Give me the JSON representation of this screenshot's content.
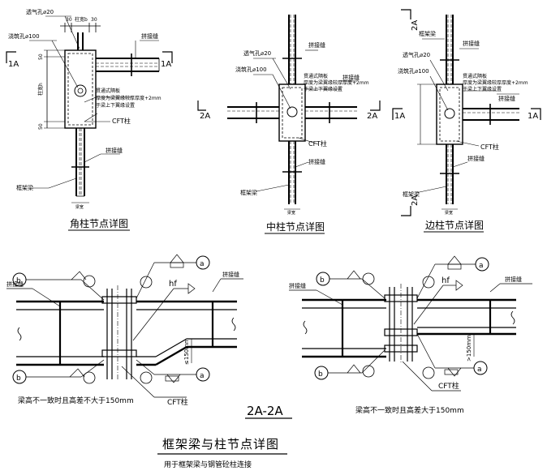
{
  "plans": {
    "corner": {
      "title": "角柱节点详图",
      "vent": "透气孔⌀20",
      "pour": "浇筑孔⌀100",
      "dim_top": "柱宽b",
      "dim_30": "30",
      "dim_h": "柱宽h",
      "dim_50": "50",
      "seam": "拼接缝",
      "diaphragm": "贯通式隔板",
      "note1": "厚度为梁翼缘较厚厚度+2mm",
      "note2": "于梁上下翼缘设置",
      "cft": "CFT柱",
      "beam": "框架梁",
      "beam_w": "梁宽",
      "sec_1a": "1A"
    },
    "middle": {
      "title": "中柱节点详图",
      "vent": "透气孔⌀20",
      "pour": "浇筑孔⌀100",
      "diaphragm": "贯通式隔板",
      "note1": "厚度为梁翼缘较厚厚度+2mm",
      "note2": "于梁上下翼缘设置",
      "seam": "拼接缝",
      "cft": "CFT柱",
      "beam": "框架梁",
      "beam_w": "梁宽",
      "sec_2a": "2A"
    },
    "edge": {
      "title": "边柱节点详图",
      "vent": "透气孔⌀20",
      "pour": "浇筑孔⌀100",
      "diaphragm": "贯通式隔板",
      "note1": "厚度为梁翼缘较厚厚度+2mm",
      "note2": "于梁上下翼缘设置",
      "seam": "拼接缝",
      "cft": "CFT柱",
      "beam": "框架梁",
      "beam_col": "框架梁",
      "beam_w": "梁宽",
      "sec_1a": "1A",
      "sec_2a": "2A"
    }
  },
  "sections": {
    "left": {
      "seam": "拼接缝",
      "hf": "hf",
      "a": "a",
      "b": "b",
      "diff": "≤150mm",
      "cft": "CFT柱",
      "caption": "梁高不一致时且高差不大于150mm"
    },
    "right": {
      "seam": "拼接缝",
      "hf": "hf",
      "a": "a",
      "b": "b",
      "diff": ">150mm",
      "cft": "CFT柱",
      "caption": "梁高不一致时且高差大于150mm"
    },
    "label": "2A-2A"
  },
  "footer": {
    "title": "框架梁与柱节点详图",
    "subtitle": "用于框架梁与钢管砼柱连接"
  }
}
